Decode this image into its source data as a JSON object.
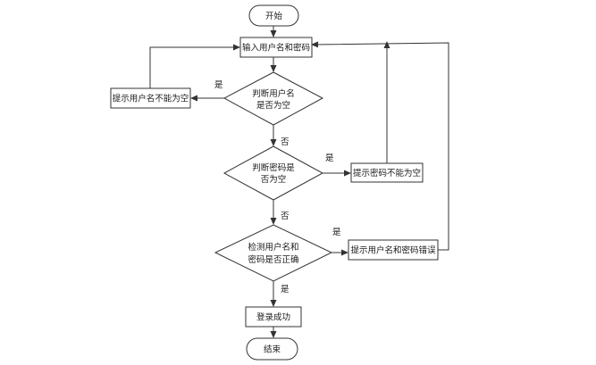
{
  "nodes": {
    "start": "开始",
    "input": "输入用户名和密码",
    "check_user": [
      "判断用户名",
      "是否为空"
    ],
    "user_empty_msg": "提示用户名不能为空",
    "check_pwd": [
      "判断密码是",
      "否为空"
    ],
    "pwd_empty_msg": "提示密码不能为空",
    "check_auth": [
      "检测用户名和",
      "密码是否正确"
    ],
    "auth_error_msg": "提示用户名和密码错误",
    "success": "登录成功",
    "end": "结束"
  },
  "edges": {
    "user_yes": "是",
    "user_no": "否",
    "pwd_yes": "是",
    "pwd_no": "否",
    "auth_yes_right": "是",
    "auth_yes_down": "是"
  }
}
